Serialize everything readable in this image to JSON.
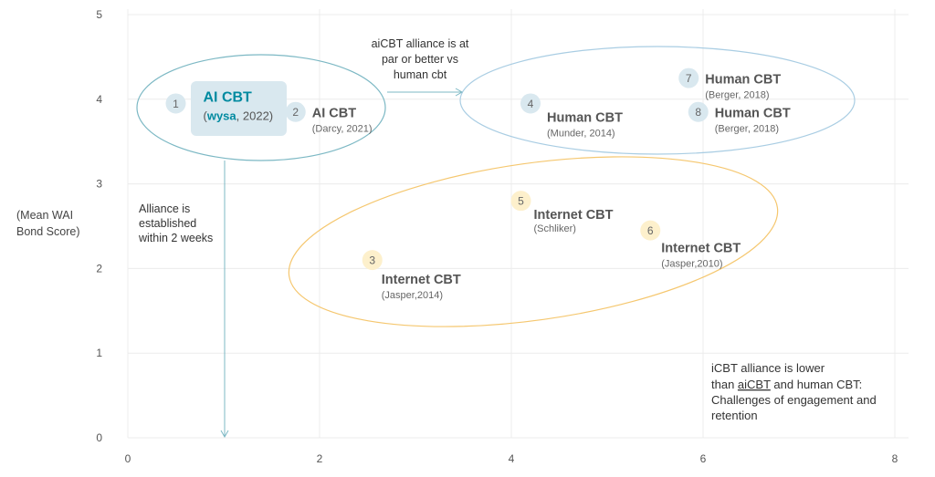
{
  "chart_data": {
    "type": "scatter",
    "xlim": [
      0,
      8
    ],
    "ylim": [
      0,
      5
    ],
    "x_ticks": [
      0,
      2,
      4,
      6,
      8
    ],
    "y_ticks": [
      0,
      1,
      2,
      3,
      4,
      5
    ],
    "ylabel_lines": [
      "(Mean WAI",
      "Bond Score)"
    ],
    "grid": true,
    "colors": {
      "ai": "#008aa0",
      "human": "#a9cde3",
      "internet": "#f5c76f",
      "badge_blue": "#d9e8ef",
      "badge_yellow": "#fdf0cc"
    },
    "points": [
      {
        "num": "1",
        "x": 0.5,
        "y": 3.95,
        "group": "ai",
        "name": "AI CBT",
        "source_parts": [
          "(",
          "wysa",
          ", 2022)"
        ],
        "highlight": true
      },
      {
        "num": "2",
        "x": 1.75,
        "y": 3.85,
        "group": "ai",
        "name": "AI CBT",
        "source": "(Darcy, 2021)"
      },
      {
        "num": "4",
        "x": 4.2,
        "y": 3.95,
        "group": "human",
        "name": "Human CBT",
        "source": "(Munder, 2014)"
      },
      {
        "num": "7",
        "x": 5.85,
        "y": 4.25,
        "group": "human",
        "name": "Human CBT",
        "source": "(Berger, 2018)"
      },
      {
        "num": "8",
        "x": 5.95,
        "y": 3.85,
        "group": "human",
        "name": "Human CBT",
        "source": "(Berger, 2018)"
      },
      {
        "num": "5",
        "x": 4.1,
        "y": 2.8,
        "group": "internet",
        "name": "Internet CBT",
        "source": "(Schliker)"
      },
      {
        "num": "6",
        "x": 5.45,
        "y": 2.45,
        "group": "internet",
        "name": "Internet CBT",
        "source": "(Jasper,2010)"
      },
      {
        "num": "3",
        "x": 2.55,
        "y": 2.1,
        "group": "internet",
        "name": "Internet CBT",
        "source": "(Jasper,2014)"
      }
    ],
    "annotations": {
      "alliance_parity": [
        "aiCBT alliance is at",
        "par or better vs",
        "human cbt"
      ],
      "alliance_established": [
        "Alliance is",
        "established",
        "within 2 weeks"
      ],
      "icbt_lower_parts": [
        "iCBT alliance is lower",
        "than ",
        "aiCBT",
        " and human CBT:",
        "Challenges of engagement and",
        "retention"
      ]
    }
  }
}
